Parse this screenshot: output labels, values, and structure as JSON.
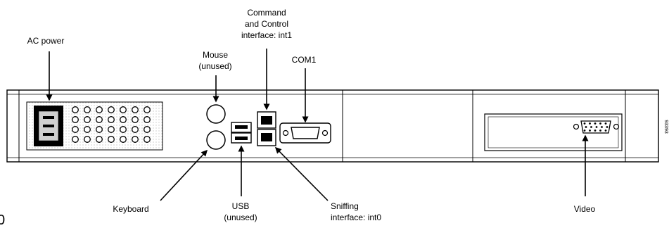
{
  "labels": {
    "ac_power": "AC power",
    "command_control_1": "Command",
    "command_control_2": "and Control",
    "command_control_3": "interface: int1",
    "mouse_1": "Mouse",
    "mouse_2": "(unused)",
    "com1": "COM1",
    "keyboard": "Keyboard",
    "usb_1": "USB",
    "usb_2": "(unused)",
    "sniffing_1": "Sniffing",
    "sniffing_2": "interface: int0",
    "video": "Video"
  },
  "figure_id": "93393",
  "edge_fragment": "0"
}
